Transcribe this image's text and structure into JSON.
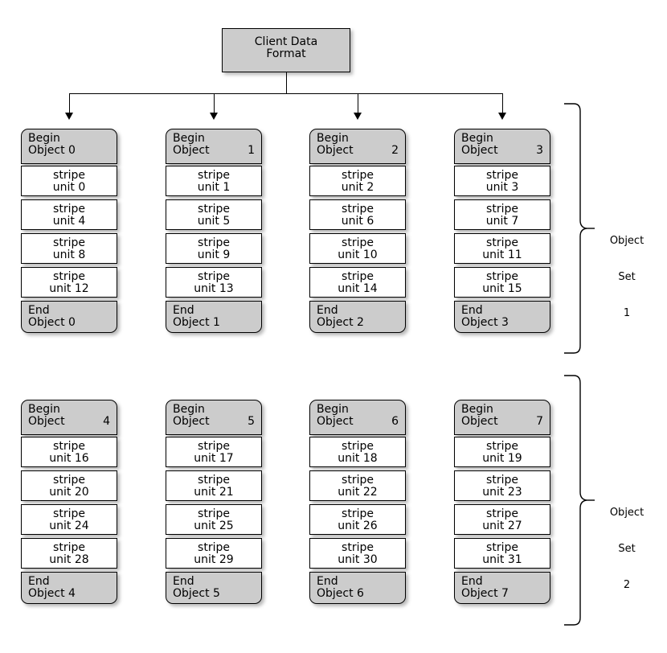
{
  "diagram": {
    "title": "Client Data Format",
    "root": {
      "line1": "Client Data",
      "line2": "Format"
    },
    "object_sets": [
      {
        "label_line1": "Object",
        "label_line2": "Set",
        "label_line3": "1",
        "columns": [
          {
            "begin_line1": "Begin",
            "begin_word": "Object",
            "begin_number": "0",
            "begin_joined": "Object 0",
            "justified": false,
            "stripes": [
              {
                "line1": "stripe",
                "line2": "unit 0"
              },
              {
                "line1": "stripe",
                "line2": "unit 4"
              },
              {
                "line1": "stripe",
                "line2": "unit 8"
              },
              {
                "line1": "stripe",
                "line2": "unit 12"
              }
            ],
            "end_line1": "End",
            "end_line2": "Object 0"
          },
          {
            "begin_line1": "Begin",
            "begin_word": "Object",
            "begin_number": "1",
            "begin_joined": "Object 1",
            "justified": true,
            "stripes": [
              {
                "line1": "stripe",
                "line2": "unit 1"
              },
              {
                "line1": "stripe",
                "line2": "unit 5"
              },
              {
                "line1": "stripe",
                "line2": "unit 9"
              },
              {
                "line1": "stripe",
                "line2": "unit 13"
              }
            ],
            "end_line1": "End",
            "end_line2": "Object 1"
          },
          {
            "begin_line1": "Begin",
            "begin_word": "Object",
            "begin_number": "2",
            "begin_joined": "Object 2",
            "justified": true,
            "stripes": [
              {
                "line1": "stripe",
                "line2": "unit 2"
              },
              {
                "line1": "stripe",
                "line2": "unit 6"
              },
              {
                "line1": "stripe",
                "line2": "unit 10"
              },
              {
                "line1": "stripe",
                "line2": "unit 14"
              }
            ],
            "end_line1": "End",
            "end_line2": "Object 2"
          },
          {
            "begin_line1": "Begin",
            "begin_word": "Object",
            "begin_number": "3",
            "begin_joined": "Object 3",
            "justified": true,
            "stripes": [
              {
                "line1": "stripe",
                "line2": "unit 3"
              },
              {
                "line1": "stripe",
                "line2": "unit 7"
              },
              {
                "line1": "stripe",
                "line2": "unit 11"
              },
              {
                "line1": "stripe",
                "line2": "unit 15"
              }
            ],
            "end_line1": "End",
            "end_line2": "Object 3"
          }
        ]
      },
      {
        "label_line1": "Object",
        "label_line2": "Set",
        "label_line3": "2",
        "columns": [
          {
            "begin_line1": "Begin",
            "begin_word": "Object",
            "begin_number": "4",
            "begin_joined": "Object 4",
            "justified": true,
            "stripes": [
              {
                "line1": "stripe",
                "line2": "unit 16"
              },
              {
                "line1": "stripe",
                "line2": "unit 20"
              },
              {
                "line1": "stripe",
                "line2": "unit 24"
              },
              {
                "line1": "stripe",
                "line2": "unit 28"
              }
            ],
            "end_line1": "End",
            "end_line2": "Object 4"
          },
          {
            "begin_line1": "Begin",
            "begin_word": "Object",
            "begin_number": "5",
            "begin_joined": "Object 5",
            "justified": true,
            "stripes": [
              {
                "line1": "stripe",
                "line2": "unit 17"
              },
              {
                "line1": "stripe",
                "line2": "unit 21"
              },
              {
                "line1": "stripe",
                "line2": "unit 25"
              },
              {
                "line1": "stripe",
                "line2": "unit 29"
              }
            ],
            "end_line1": "End",
            "end_line2": "Object 5"
          },
          {
            "begin_line1": "Begin",
            "begin_word": "Object",
            "begin_number": "6",
            "begin_joined": "Object 6",
            "justified": true,
            "stripes": [
              {
                "line1": "stripe",
                "line2": "unit 18"
              },
              {
                "line1": "stripe",
                "line2": "unit 22"
              },
              {
                "line1": "stripe",
                "line2": "unit 26"
              },
              {
                "line1": "stripe",
                "line2": "unit 30"
              }
            ],
            "end_line1": "End",
            "end_line2": "Object 6"
          },
          {
            "begin_line1": "Begin",
            "begin_word": "Object",
            "begin_number": "7",
            "begin_joined": "Object 7",
            "justified": true,
            "stripes": [
              {
                "line1": "stripe",
                "line2": "unit 19"
              },
              {
                "line1": "stripe",
                "line2": "unit 23"
              },
              {
                "line1": "stripe",
                "line2": "unit 27"
              },
              {
                "line1": "stripe",
                "line2": "unit 31"
              }
            ],
            "end_line1": "End",
            "end_line2": "Object 7"
          }
        ]
      }
    ],
    "colors": {
      "node_fill": "#CCCCCC",
      "stripe_fill": "#FFFFFF",
      "stroke": "#000000",
      "background": "#FFFFFF"
    }
  }
}
